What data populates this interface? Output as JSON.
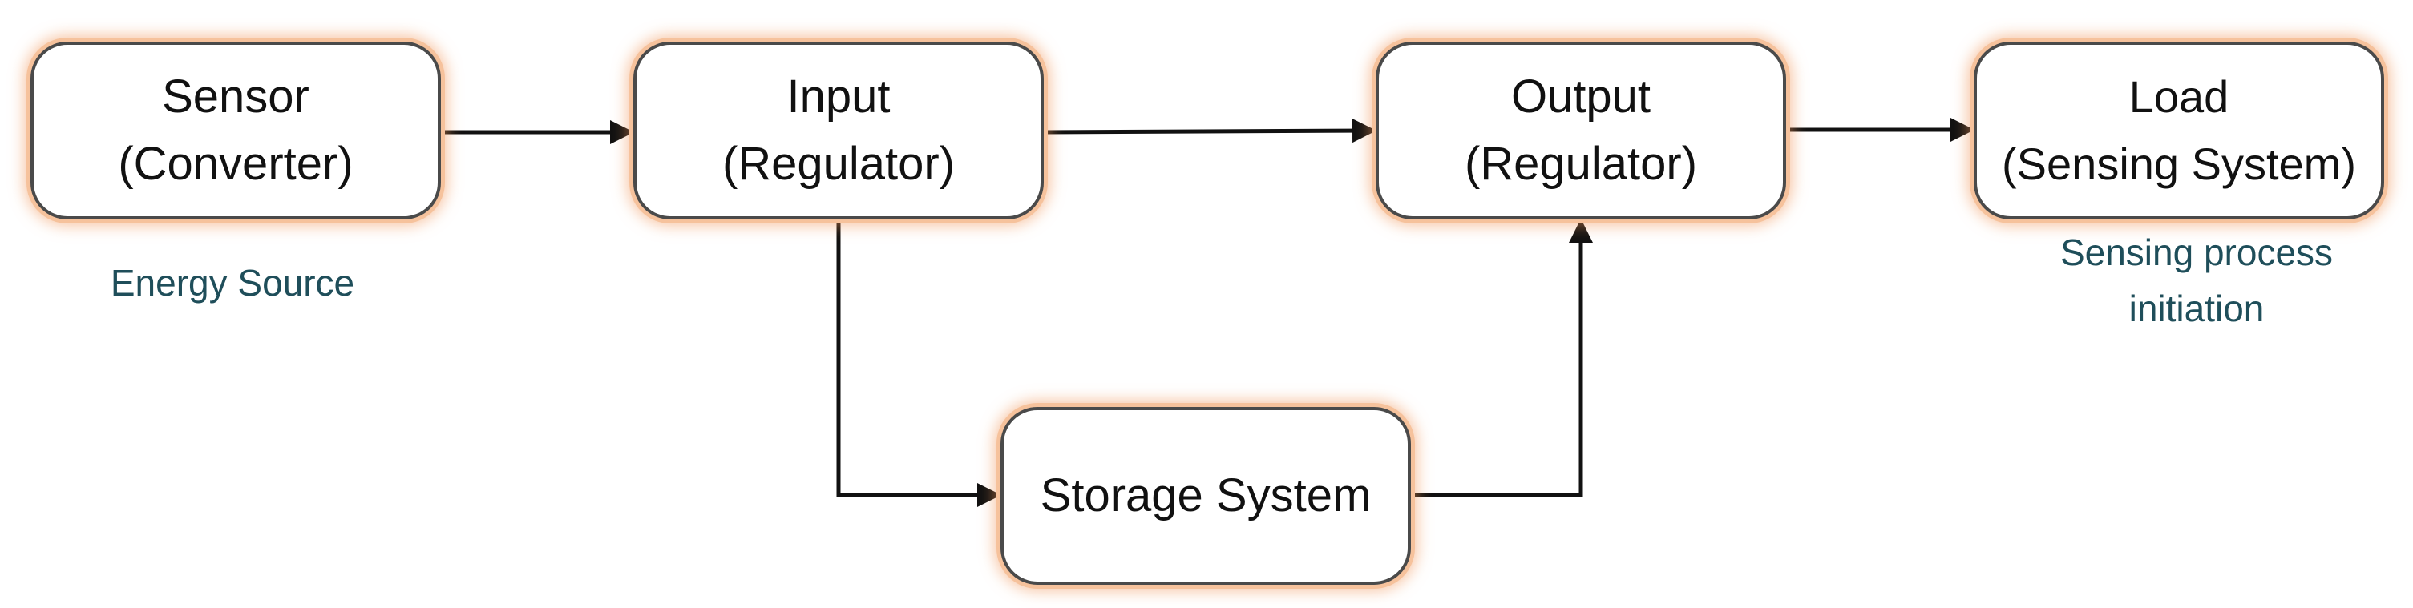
{
  "blocks": {
    "sensor": "Sensor\n(Converter)",
    "input": "Input\n(Regulator)",
    "output": "Output\n(Regulator)",
    "load": "Load\n(Sensing System)",
    "storage": "Storage System"
  },
  "captions": {
    "energy_source": "Energy Source",
    "sensing_initiation": "Sensing process\ninitiation"
  },
  "colors": {
    "box_border": "#4a4a4a",
    "box_glow": "#f6c29c",
    "caption_text": "#1f4e5a",
    "arrow": "#111111"
  }
}
